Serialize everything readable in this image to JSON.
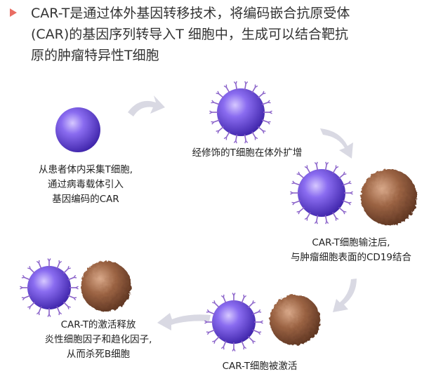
{
  "intro": {
    "lines": [
      "CAR-T是通过体外基因转移技术，将编码嵌合抗原受体",
      "(CAR)的基因序列转导入T 细胞中，生成可以结合靶抗",
      "原的肿瘤特异性T细胞"
    ]
  },
  "steps": [
    {
      "lines": [
        "从患者体内采集T细胞,",
        "通过病毒载体引入",
        "基因编码的CAR"
      ]
    },
    {
      "lines": [
        "经修饰的T细胞在体外扩增"
      ]
    },
    {
      "lines": [
        "CAR-T细胞输注后,",
        "与肿瘤细胞表面的CD19结合"
      ]
    },
    {
      "lines": [
        "CAR-T细胞被激活"
      ]
    },
    {
      "lines": [
        "CAR-T的激活释放",
        "炎性细胞因子和趋化因子,",
        "从而杀死B细胞"
      ]
    }
  ],
  "colors": {
    "bullet": "#e96d63",
    "tcell": "#6a4fd6",
    "receptor": "#8a62c9",
    "tumor": "#8b5a3c",
    "arrow": "#d9d9e3"
  }
}
